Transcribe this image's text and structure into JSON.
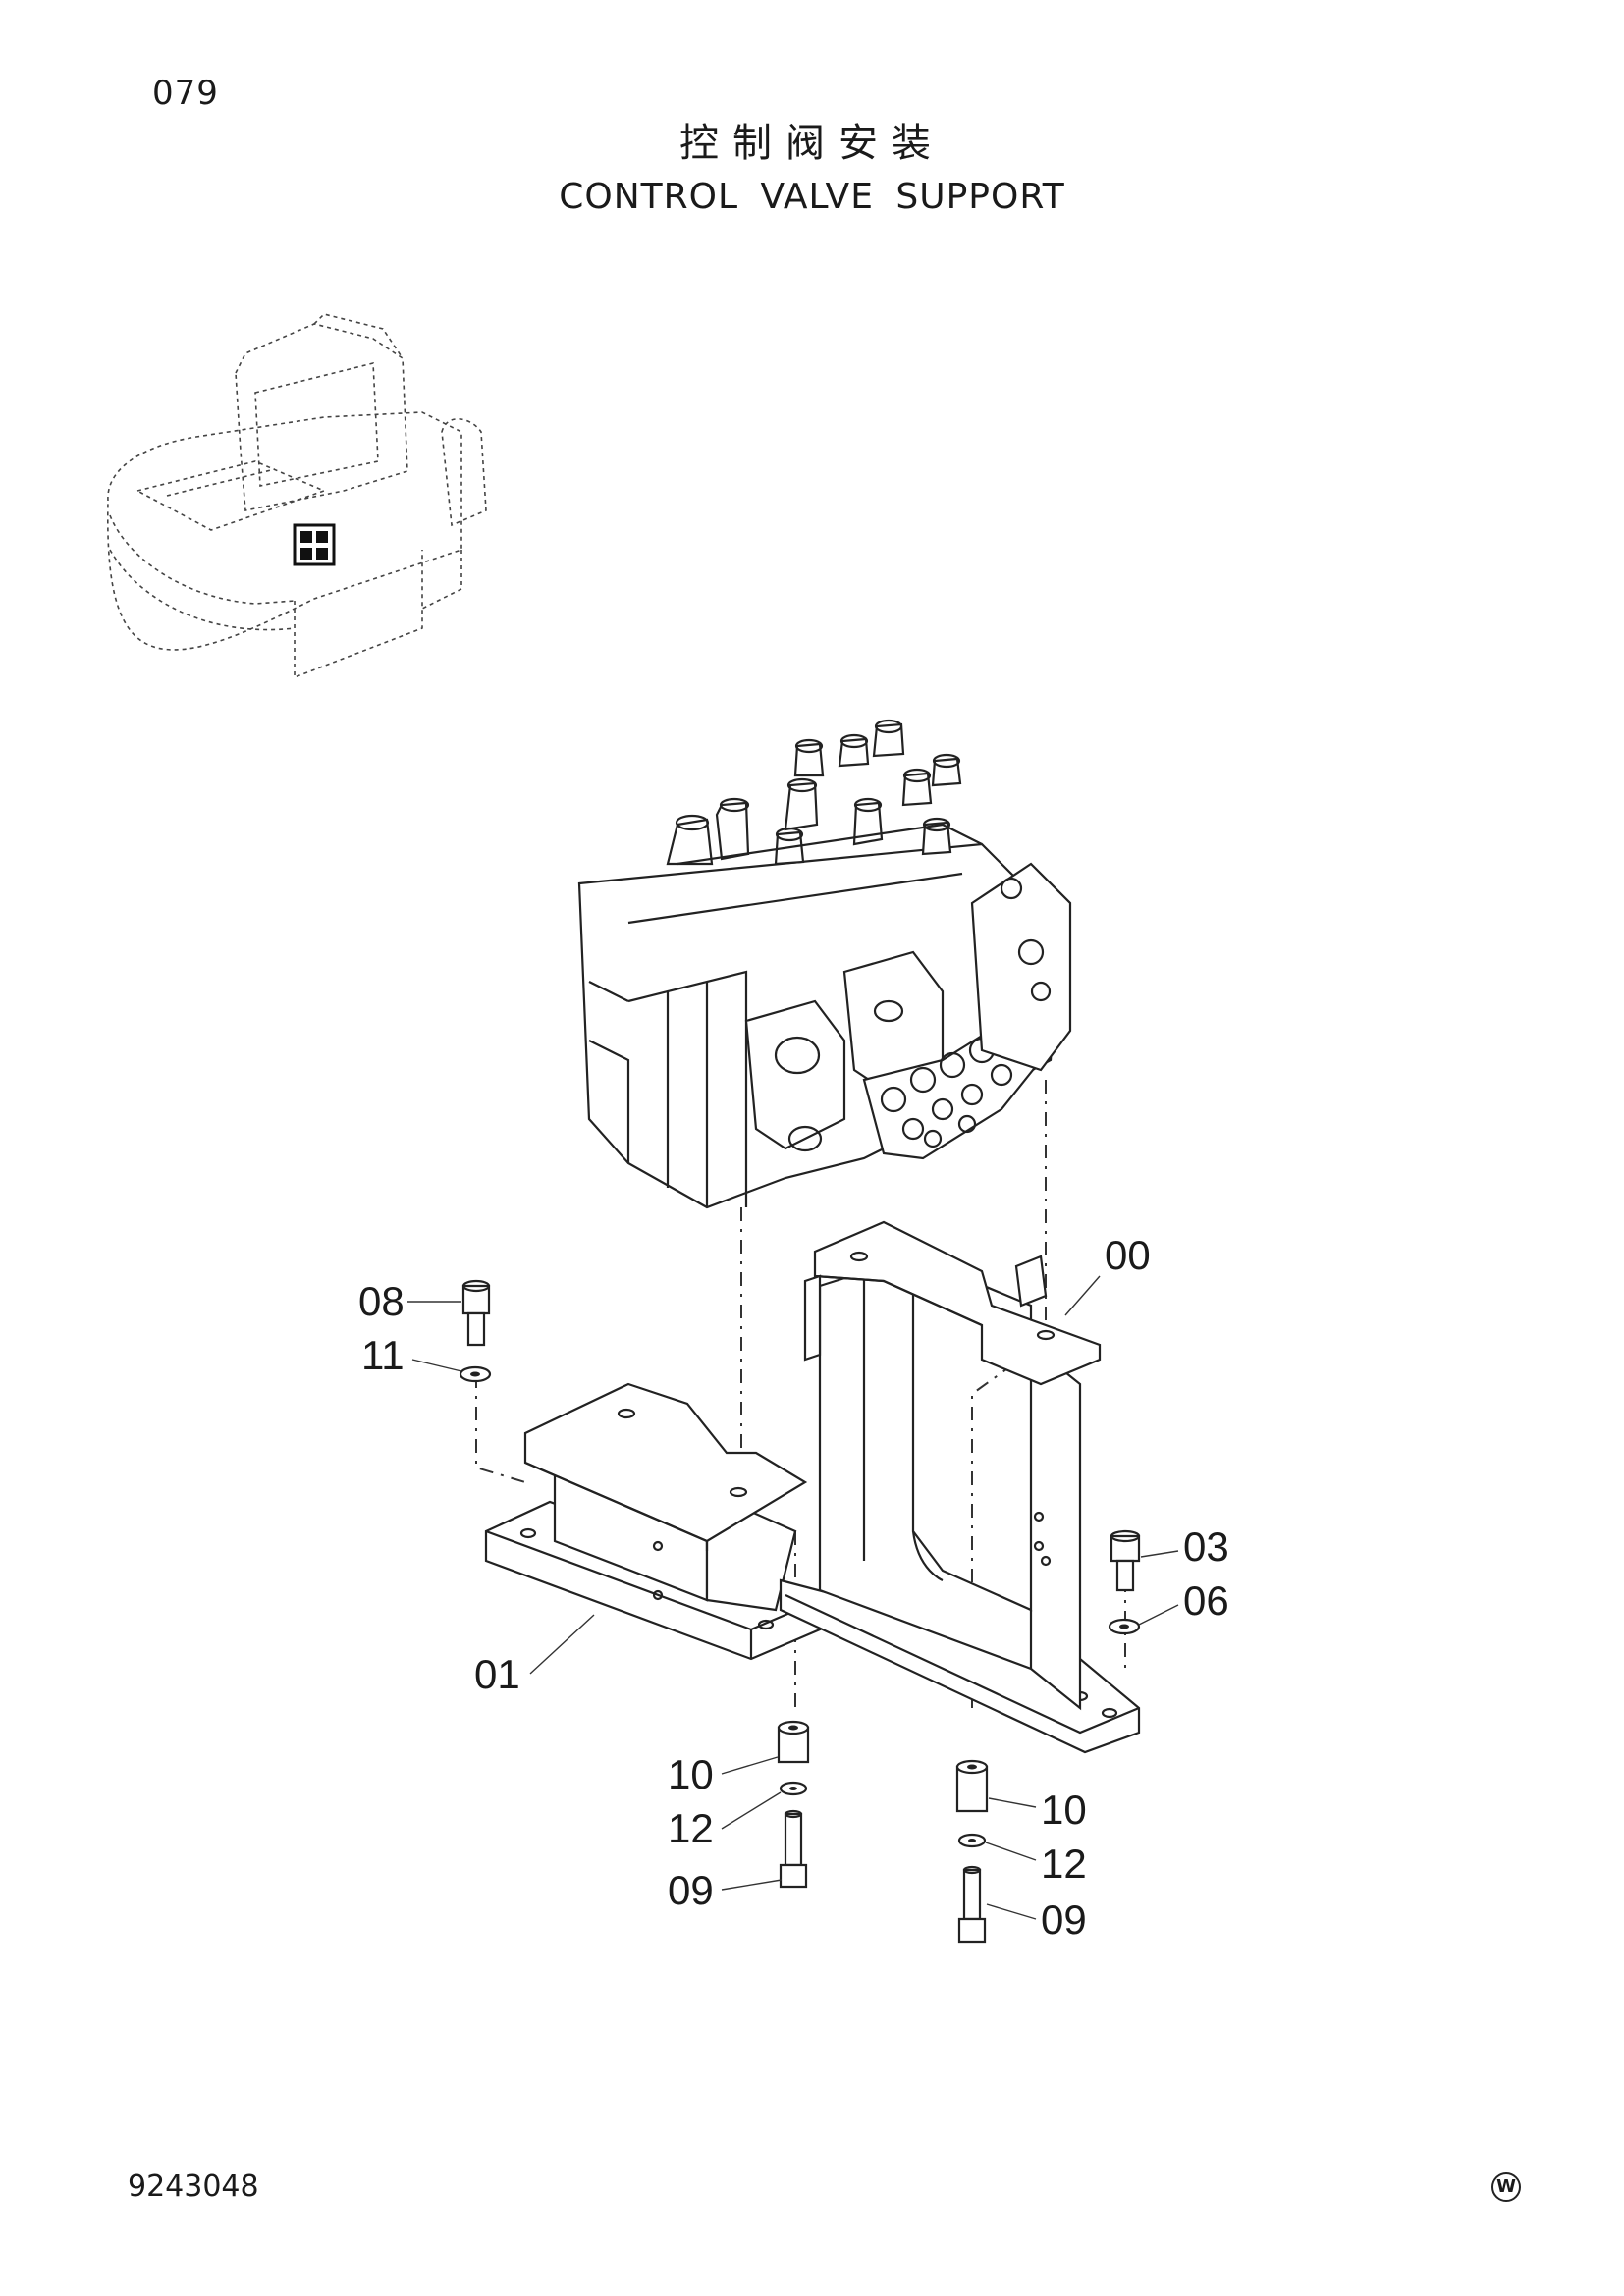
{
  "page": {
    "number": "079",
    "doc_number": "9243048",
    "mark": "W"
  },
  "title": {
    "cn": "控制阀安装",
    "en": "CONTROL VALVE  SUPPORT"
  },
  "callouts": [
    {
      "id": "00",
      "label": "00",
      "part": "support-bracket"
    },
    {
      "id": "01",
      "label": "01",
      "part": "support-block"
    },
    {
      "id": "03",
      "label": "03",
      "part": "bolt"
    },
    {
      "id": "06",
      "label": "06",
      "part": "washer"
    },
    {
      "id": "08",
      "label": "08",
      "part": "bolt"
    },
    {
      "id": "11",
      "label": "11",
      "part": "washer"
    },
    {
      "id": "10a",
      "label": "10",
      "part": "spacer"
    },
    {
      "id": "12a",
      "label": "12",
      "part": "washer"
    },
    {
      "id": "09a",
      "label": "09",
      "part": "bolt"
    },
    {
      "id": "10b",
      "label": "10",
      "part": "spacer"
    },
    {
      "id": "12b",
      "label": "12",
      "part": "washer"
    },
    {
      "id": "09b",
      "label": "09",
      "part": "bolt"
    }
  ]
}
